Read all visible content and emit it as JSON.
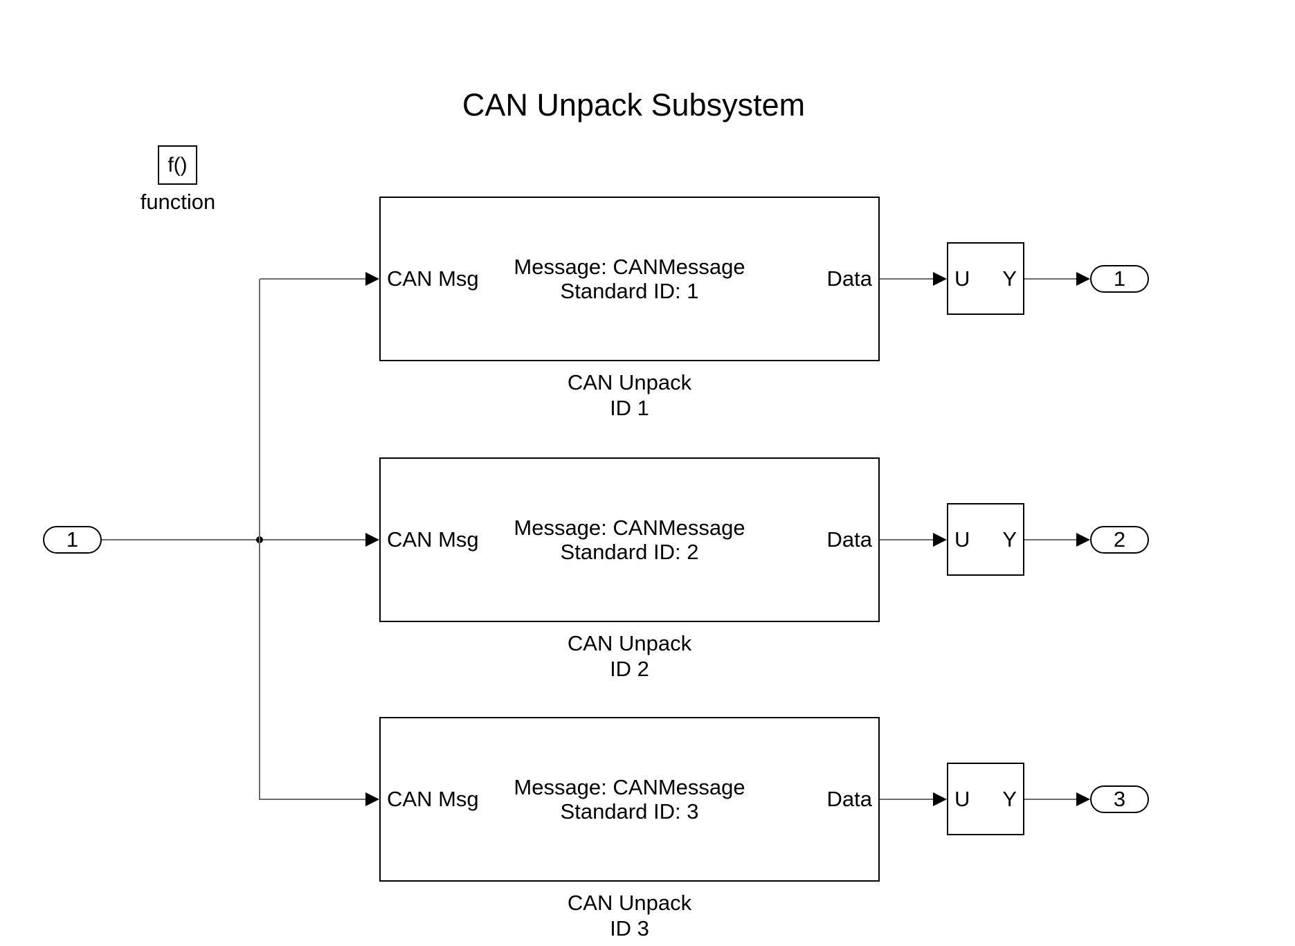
{
  "title": "CAN Unpack Subsystem",
  "function_trigger": {
    "symbol": "f()",
    "caption": "function"
  },
  "input_port": {
    "label": "1"
  },
  "rows": [
    {
      "unpack": {
        "port_in": "CAN Msg",
        "body_line1": "Message: CANMessage",
        "body_line2": "Standard ID: 1",
        "port_out": "Data",
        "caption_line1": "CAN Unpack",
        "caption_line2": "ID 1"
      },
      "converter": {
        "port_in": "U",
        "port_out": "Y"
      },
      "output_port": {
        "label": "1"
      }
    },
    {
      "unpack": {
        "port_in": "CAN Msg",
        "body_line1": "Message: CANMessage",
        "body_line2": "Standard ID: 2",
        "port_out": "Data",
        "caption_line1": "CAN Unpack",
        "caption_line2": "ID 2"
      },
      "converter": {
        "port_in": "U",
        "port_out": "Y"
      },
      "output_port": {
        "label": "2"
      }
    },
    {
      "unpack": {
        "port_in": "CAN Msg",
        "body_line1": "Message: CANMessage",
        "body_line2": "Standard ID: 3",
        "port_out": "Data",
        "caption_line1": "CAN Unpack",
        "caption_line2": "ID 3"
      },
      "converter": {
        "port_in": "U",
        "port_out": "Y"
      },
      "output_port": {
        "label": "3"
      }
    }
  ],
  "colors": {
    "background": "#ffffff",
    "block_border": "#000000",
    "wire": "#6b6b6b",
    "text": "#000000"
  }
}
